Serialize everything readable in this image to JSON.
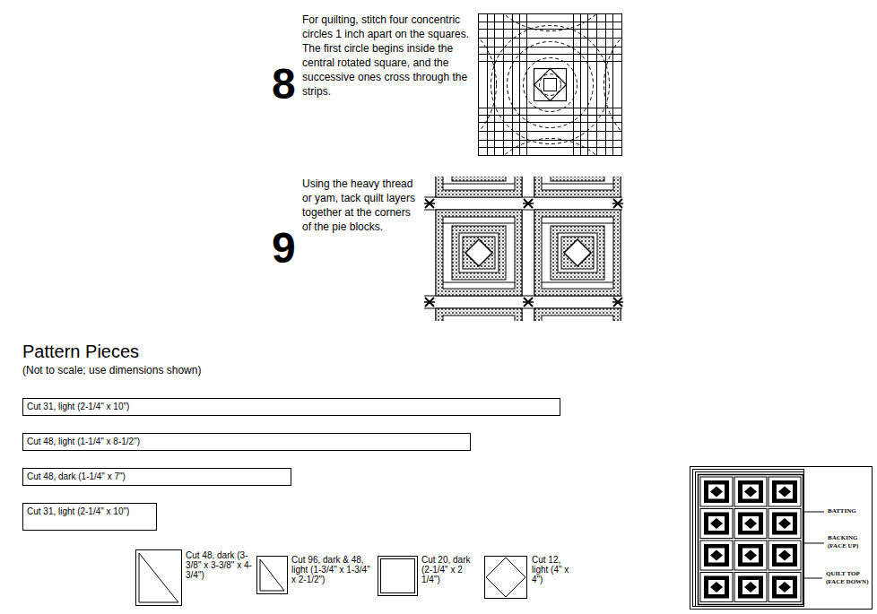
{
  "diagram": {
    "title": "Pattern Pieces",
    "nodes": [
      {
        "text": [
          "Cut 31, light (2-1/4\" x 10\")"
        ]
      },
      {
        "text": [
          "Cut 48, light (1-1/4\" x 8-1/2\")"
        ]
      },
      {
        "text": [
          "Cut 48, dark (1-1/4\" x 7\")"
        ]
      },
      {
        "text": [
          "Cut 31, light (2-1/4\" x 10\")"
        ]
      }
    ],
    "labels": [
      "8",
      "For quilting, stitch four concentric circles 1 inch apart on the squares. The first circle begins inside the central rotated square, and the successive ones cross through the strips.",
      "9",
      "Using the heavy thread or yam, tack quilt layers together at the corners of the pie blocks.",
      "(Not to scale; use dimensions shown)",
      "Cut 48, dark (3-3/8\" x 3-3/8\" x 4-3/4\")",
      "Cut 96, dark & 48, light (1-3/4\" x 1-3/4\" x 2-1/2\")",
      "Cut 20, dark (2-1/4\" x 2 1/4\")",
      "Cut 12, light (4\" x 4\")",
      "BATTING",
      "BACKING (FACE UP)",
      "QUILT TOP (FACE DOWN)"
    ]
  }
}
